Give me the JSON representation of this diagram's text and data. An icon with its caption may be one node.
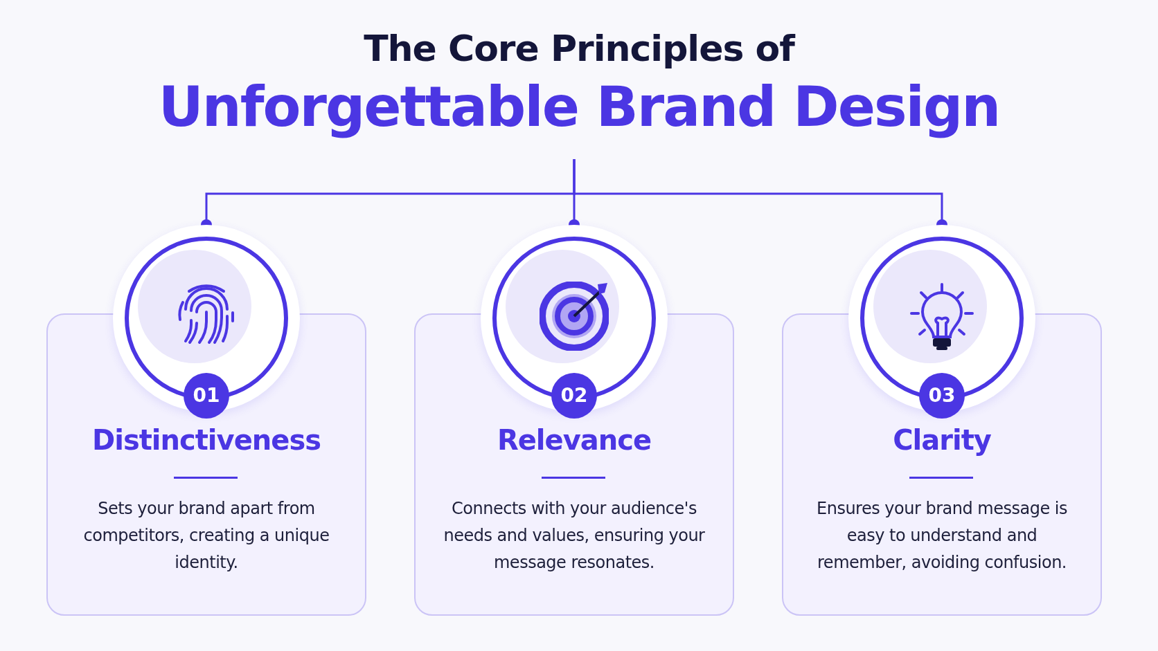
{
  "diagram": {
    "nodes": [
      {
        "text": [
          "The Core Principles of",
          "Unforgettable Brand Design"
        ]
      },
      {
        "text": [
          "01"
        ]
      },
      {
        "text": [
          "Distinctiveness",
          "Sets your brand apart from competitors, creating a unique identity."
        ]
      },
      {
        "text": [
          "02"
        ]
      },
      {
        "text": [
          "Relevance",
          "Connects with your audience's needs and values, ensuring your message resonates."
        ]
      },
      {
        "text": [
          "03"
        ]
      },
      {
        "text": [
          "Clarity",
          "Ensures your brand message is easy to understand and remember, avoiding confusion."
        ]
      }
    ],
    "edges": [
      {
        "from": 0,
        "to": 1,
        "arrow": "other"
      },
      {
        "from": 0,
        "to": 3,
        "arrow": "other"
      },
      {
        "from": 0,
        "to": 5,
        "arrow": "other"
      }
    ]
  }
}
